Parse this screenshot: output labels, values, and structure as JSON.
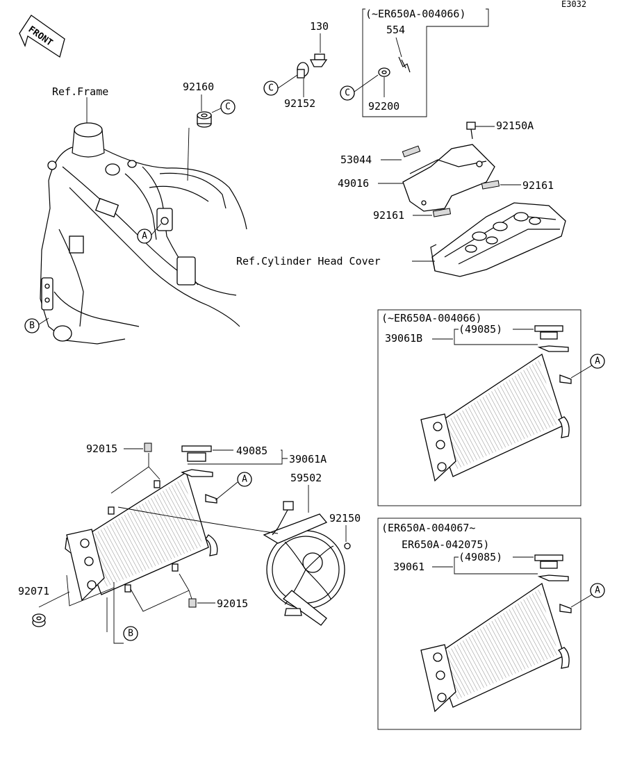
{
  "diagram_code": "E3032",
  "front_label": "FRONT",
  "refs": {
    "frame": "Ref.Frame",
    "cylinder_head_cover": "Ref.Cylinder Head Cover"
  },
  "markers": {
    "a": "A",
    "b": "B",
    "c": "C"
  },
  "parts": {
    "p130": "130",
    "p92152": "92152",
    "p554": "554",
    "p92200": "92200",
    "p92160": "92160",
    "p92150A": "92150A",
    "p53044": "53044",
    "p49016": "49016",
    "p92161": "92161",
    "p92015": "92015",
    "p49085": "49085",
    "p39061A": "39061A",
    "p59502": "59502",
    "p92150": "92150",
    "p92071": "92071",
    "p39061B": "39061B",
    "p49085_paren": "(49085)",
    "p39061": "39061"
  },
  "variants": {
    "early": "(~ER650A-004066)",
    "late_line1": "(ER650A-004067~",
    "late_line2": "ER650A-042075)"
  }
}
